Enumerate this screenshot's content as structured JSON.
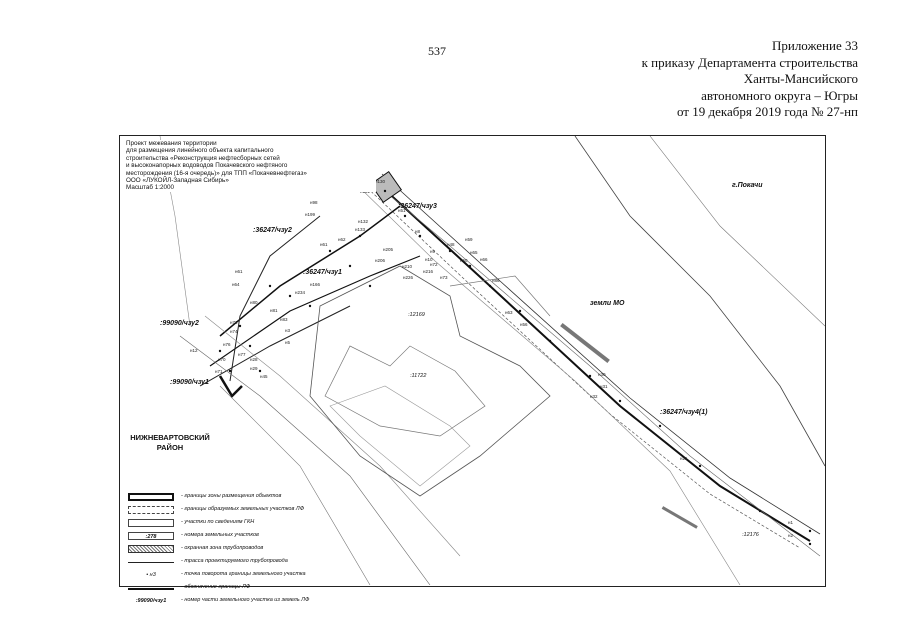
{
  "page_number": "537",
  "header": {
    "line1": "Приложение 33",
    "line2": "к приказу Департамента строительства",
    "line3": "Ханты-Мансийского",
    "line4": "автономного округа – Югры",
    "line5": "от 19 декабря 2019 года № 27-нп"
  },
  "project": {
    "line1": "Проект межевания территории",
    "line2": "для размещения линейного объекта капитального",
    "line3": "строительства «Реконструкция нефтесборных сетей",
    "line4": "и высоконапорных водоводов Покачевского нефтяного",
    "line5": "месторождения (16-я очередь)» для ТПП «Покачевнефтегаз»",
    "line6": "ООО «ЛУКОЙЛ-Западная Сибирь»",
    "scale": "Масштаб 1:2000"
  },
  "map_labels": {
    "city": "г.Покачи",
    "lands": "земли МО",
    "parcel_zu3": ":36247/чзу3",
    "parcel_zu2": ":36247/чзу2",
    "parcel_zu1": ":36247/чзу1",
    "parcel_zu4": ":36247/чзу4(1)",
    "parcel_99090_2": ":99090/чзу2",
    "parcel_99090_1": ":99090/чзу1",
    "lot_12169": ":12169",
    "lot_11722": ":11722",
    "lot_12176": ":12176",
    "region_line1": "НИЖНЕВАРТОВСКИЙ",
    "region_line2": "РАЙОН"
  },
  "point_labels": [
    "н1",
    "н2",
    "н3",
    "н5",
    "н8",
    "н9",
    "н10",
    "н12",
    "н15",
    "н16",
    "н17",
    "н18",
    "н19",
    "н20",
    "н21",
    "н22",
    "н23",
    "н28",
    "н29",
    "н30",
    "н31",
    "н32",
    "н33",
    "н37",
    "н39",
    "н41",
    "н45",
    "н48",
    "н49",
    "н51",
    "н52",
    "н53",
    "н56",
    "н59",
    "н60",
    "н61",
    "н62",
    "н63",
    "н64",
    "н65",
    "н66",
    "н70",
    "н71",
    "н72",
    "н73",
    "н74",
    "н76",
    "н77",
    "н78",
    "н80",
    "н81",
    "н83",
    "н86",
    "н98",
    "н100",
    "н106",
    "н120",
    "н130",
    "н131",
    "н132",
    "н133",
    "н161",
    "н166",
    "н199",
    "н205",
    "н206",
    "н210",
    "н216",
    "н226",
    "н234"
  ],
  "legend": [
    {
      "sample": "",
      "text": "- границы зоны размещения объектов"
    },
    {
      "sample": "",
      "text": "- границы образуемых земельных участков ЛФ"
    },
    {
      "sample": "",
      "text": "- участки по сведениям ГКН"
    },
    {
      "sample": ":278",
      "text": "- номера земельных участков"
    },
    {
      "sample": "",
      "text": "- охранная зона трубопроводов"
    },
    {
      "sample": "",
      "text": "- трасса проектируемого трубопровода"
    },
    {
      "sample": "• н3",
      "text": "- точка поворота границы земельного участка"
    },
    {
      "sample": "",
      "text": "- обозначение границы ЛФ"
    },
    {
      "sample": ":99090/чзу1",
      "text": "- номер части земельного участка из земель ЛФ"
    }
  ]
}
